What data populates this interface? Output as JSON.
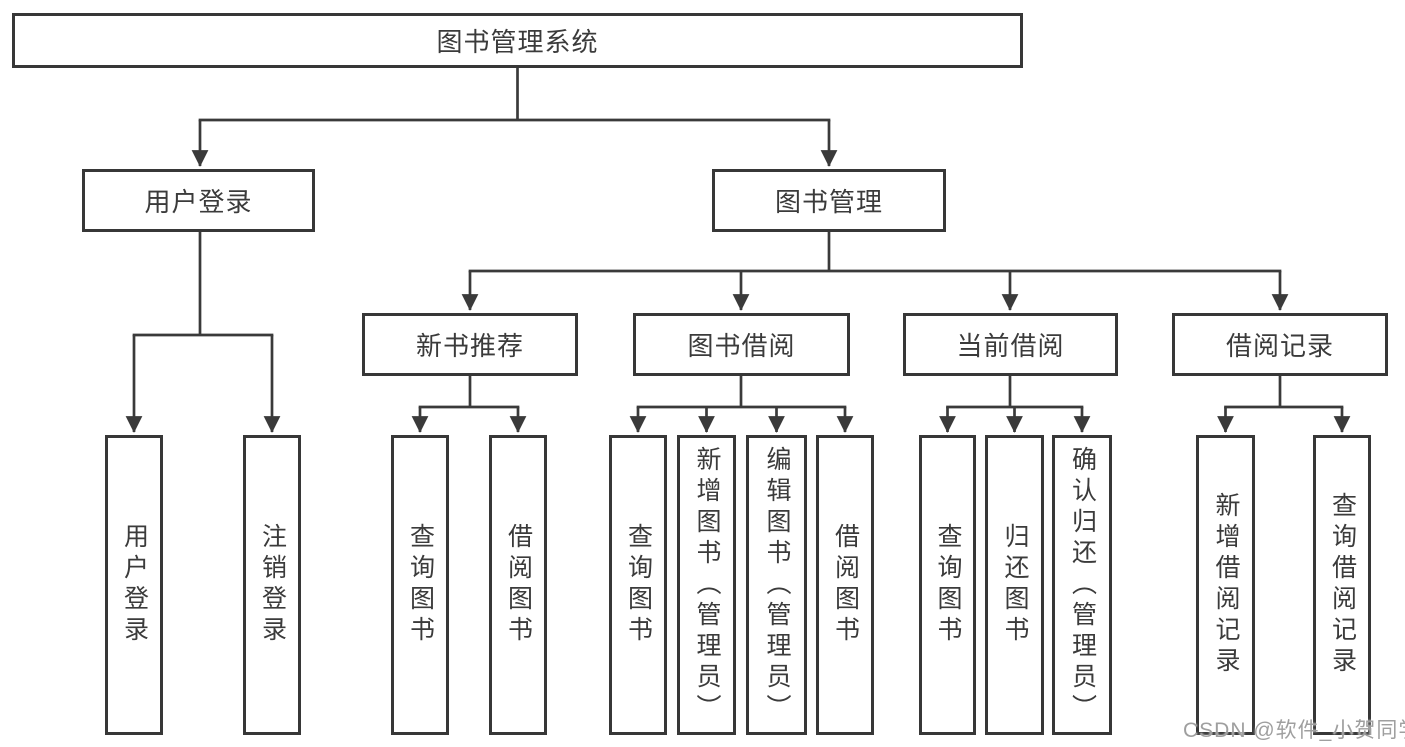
{
  "tree": {
    "root": {
      "label": "图书管理系统",
      "children": [
        {
          "label": "用户登录",
          "children": [
            {
              "label": "用户登录"
            },
            {
              "label": "注销登录"
            }
          ]
        },
        {
          "label": "图书管理",
          "children": [
            {
              "label": "新书推荐",
              "children": [
                {
                  "label": "查询图书"
                },
                {
                  "label": "借阅图书"
                }
              ]
            },
            {
              "label": "图书借阅",
              "children": [
                {
                  "label": "查询图书"
                },
                {
                  "label": "新增图书（管理员）"
                },
                {
                  "label": "编辑图书（管理员）"
                },
                {
                  "label": "借阅图书"
                }
              ]
            },
            {
              "label": "当前借阅",
              "children": [
                {
                  "label": "查询图书"
                },
                {
                  "label": "归还图书"
                },
                {
                  "label": "确认归还（管理员）"
                }
              ]
            },
            {
              "label": "借阅记录",
              "children": [
                {
                  "label": "新增借阅记录"
                },
                {
                  "label": "查询借阅记录"
                }
              ]
            }
          ]
        }
      ]
    }
  },
  "watermark": {
    "text": "CSDN @软件_小贺同学"
  },
  "colors": {
    "line": "#3a3a3a",
    "box_border": "#373737",
    "text": "#3b3b3b",
    "watermark": "#9f9f9f",
    "background": "#ffffff"
  }
}
